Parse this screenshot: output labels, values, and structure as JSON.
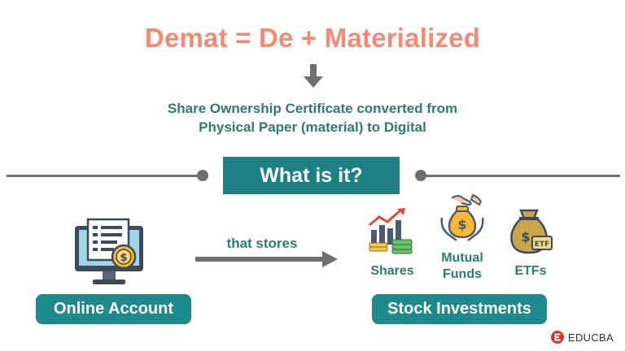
{
  "title": "Demat = De + Materialized",
  "subtitle": {
    "line1": "Share Ownership Certificate converted from",
    "line2": "Physical Paper (material) to Digital"
  },
  "banner": "What is it?",
  "left_box": "Online Account",
  "connector_label": "that stores",
  "right_box": "Stock Investments",
  "investments": [
    {
      "label": "Shares",
      "icon": "stock-growth-icon"
    },
    {
      "label_line1": "Mutual",
      "label_line2": "Funds",
      "icon": "money-bag-hands-icon"
    },
    {
      "label": "ETFs",
      "icon": "etf-money-bag-icon"
    }
  ],
  "brand": "EDUCBA",
  "colors": {
    "title": "#f58a73",
    "teal_text": "#2e7a72",
    "banner": "#1e8085",
    "pill": "#1e8a8d",
    "line": "#6f6f6f"
  }
}
